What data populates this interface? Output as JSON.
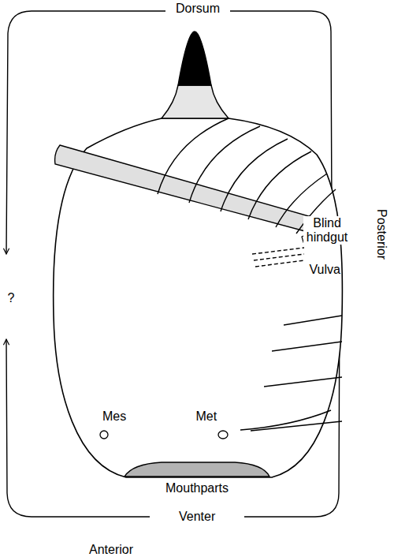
{
  "diagram": {
    "labels": [
      "Dorsum",
      "Posterior",
      "Blind hindgut",
      "Vulva",
      "?",
      "Mes",
      "Met",
      "Mouthparts",
      "Venter",
      "Anterior"
    ]
  }
}
